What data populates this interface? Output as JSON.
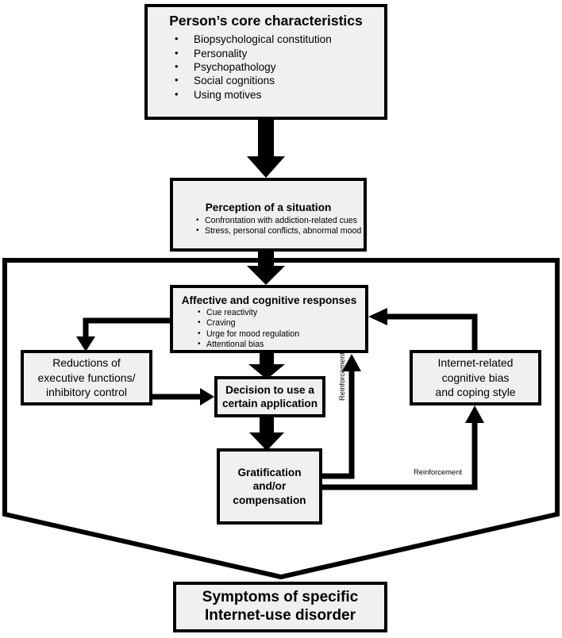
{
  "figure": {
    "kind": "process-flow-diagram",
    "colors": {
      "stroke": "#000000",
      "node_fill": "#f0f0f0",
      "background": "#ffffff"
    }
  },
  "nodes": {
    "core": {
      "title": "Person’s core characteristics",
      "bullets": [
        "Biopsychological constitution",
        "Personality",
        "Psychopathology",
        "Social cognitions",
        "Using motives"
      ]
    },
    "perception": {
      "title": "Perception of a situation",
      "bullets": [
        "Confrontation with addiction-related cues",
        "Stress, personal conflicts, abnormal mood"
      ]
    },
    "affective": {
      "title": "Affective and cognitive responses",
      "bullets": [
        "Cue reactivity",
        "Craving",
        "Urge for mood regulation",
        "Attentional bias"
      ]
    },
    "reductions": {
      "line1": "Reductions of",
      "line2": "executive functions/",
      "line3": "inhibitory control"
    },
    "decision": {
      "line1": "Decision to use a",
      "line2": "certain application"
    },
    "cogbias": {
      "line1": "Internet-related",
      "line2": "cognitive bias",
      "line3": "and coping style"
    },
    "gratification": {
      "line1": "Gratification",
      "line2": "and/or",
      "line3": "compensation"
    },
    "symptoms": {
      "line1": "Symptoms of specific",
      "line2": "Internet-use disorder"
    }
  },
  "edges": {
    "reinforcement_to_affective": "Reinforcement",
    "reinforcement_to_cogbias": "Reinforcement"
  }
}
